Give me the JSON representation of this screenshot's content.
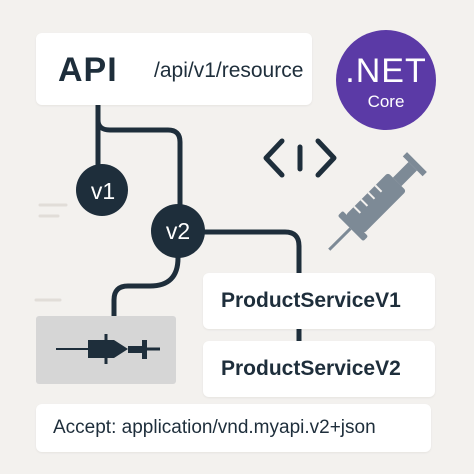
{
  "api": {
    "label": "API",
    "path": "/api/v1/resource"
  },
  "logo": {
    "title": ".NET",
    "subtitle": "Core",
    "color": "#5b3aa6"
  },
  "nodes": {
    "v1": "v1",
    "v2": "v2"
  },
  "services": {
    "v1": "ProductServiceV1",
    "v2": "ProductServiceV2"
  },
  "header": {
    "text": "Accept: application/vnd.myapi.v2+json"
  },
  "colors": {
    "background": "#f3f1ee",
    "line": "#1e2e3b",
    "node": "#1e2e3b",
    "syringe": "#7d8a96"
  },
  "icons": {
    "code": "code-brackets-icon",
    "syringe_large": "syringe-icon",
    "syringe_small": "syringe-icon"
  }
}
